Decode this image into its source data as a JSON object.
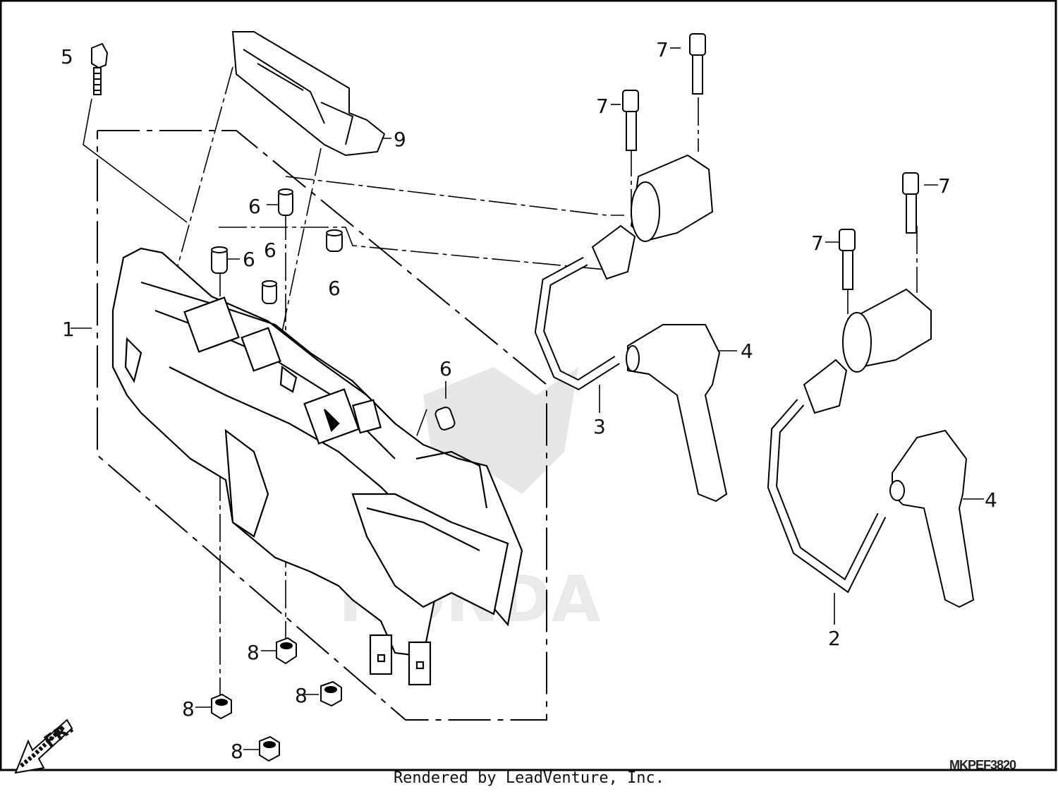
{
  "diagram": {
    "callouts": {
      "c1": "1",
      "c2": "2",
      "c3": "3",
      "c4a": "4",
      "c4b": "4",
      "c5": "5",
      "c6a": "6",
      "c6b": "6",
      "c6c": "6",
      "c6d": "6",
      "c6e": "6",
      "c7a": "7",
      "c7b": "7",
      "c7c": "7",
      "c7d": "7",
      "c8a": "8",
      "c8b": "8",
      "c8c": "8",
      "c8d": "8",
      "c9": "9"
    },
    "direction_label": "FR.",
    "watermark": "HONDA",
    "diagram_code": "MKPEF3820"
  },
  "footer": {
    "credit": "Rendered by LeadVenture, Inc."
  }
}
